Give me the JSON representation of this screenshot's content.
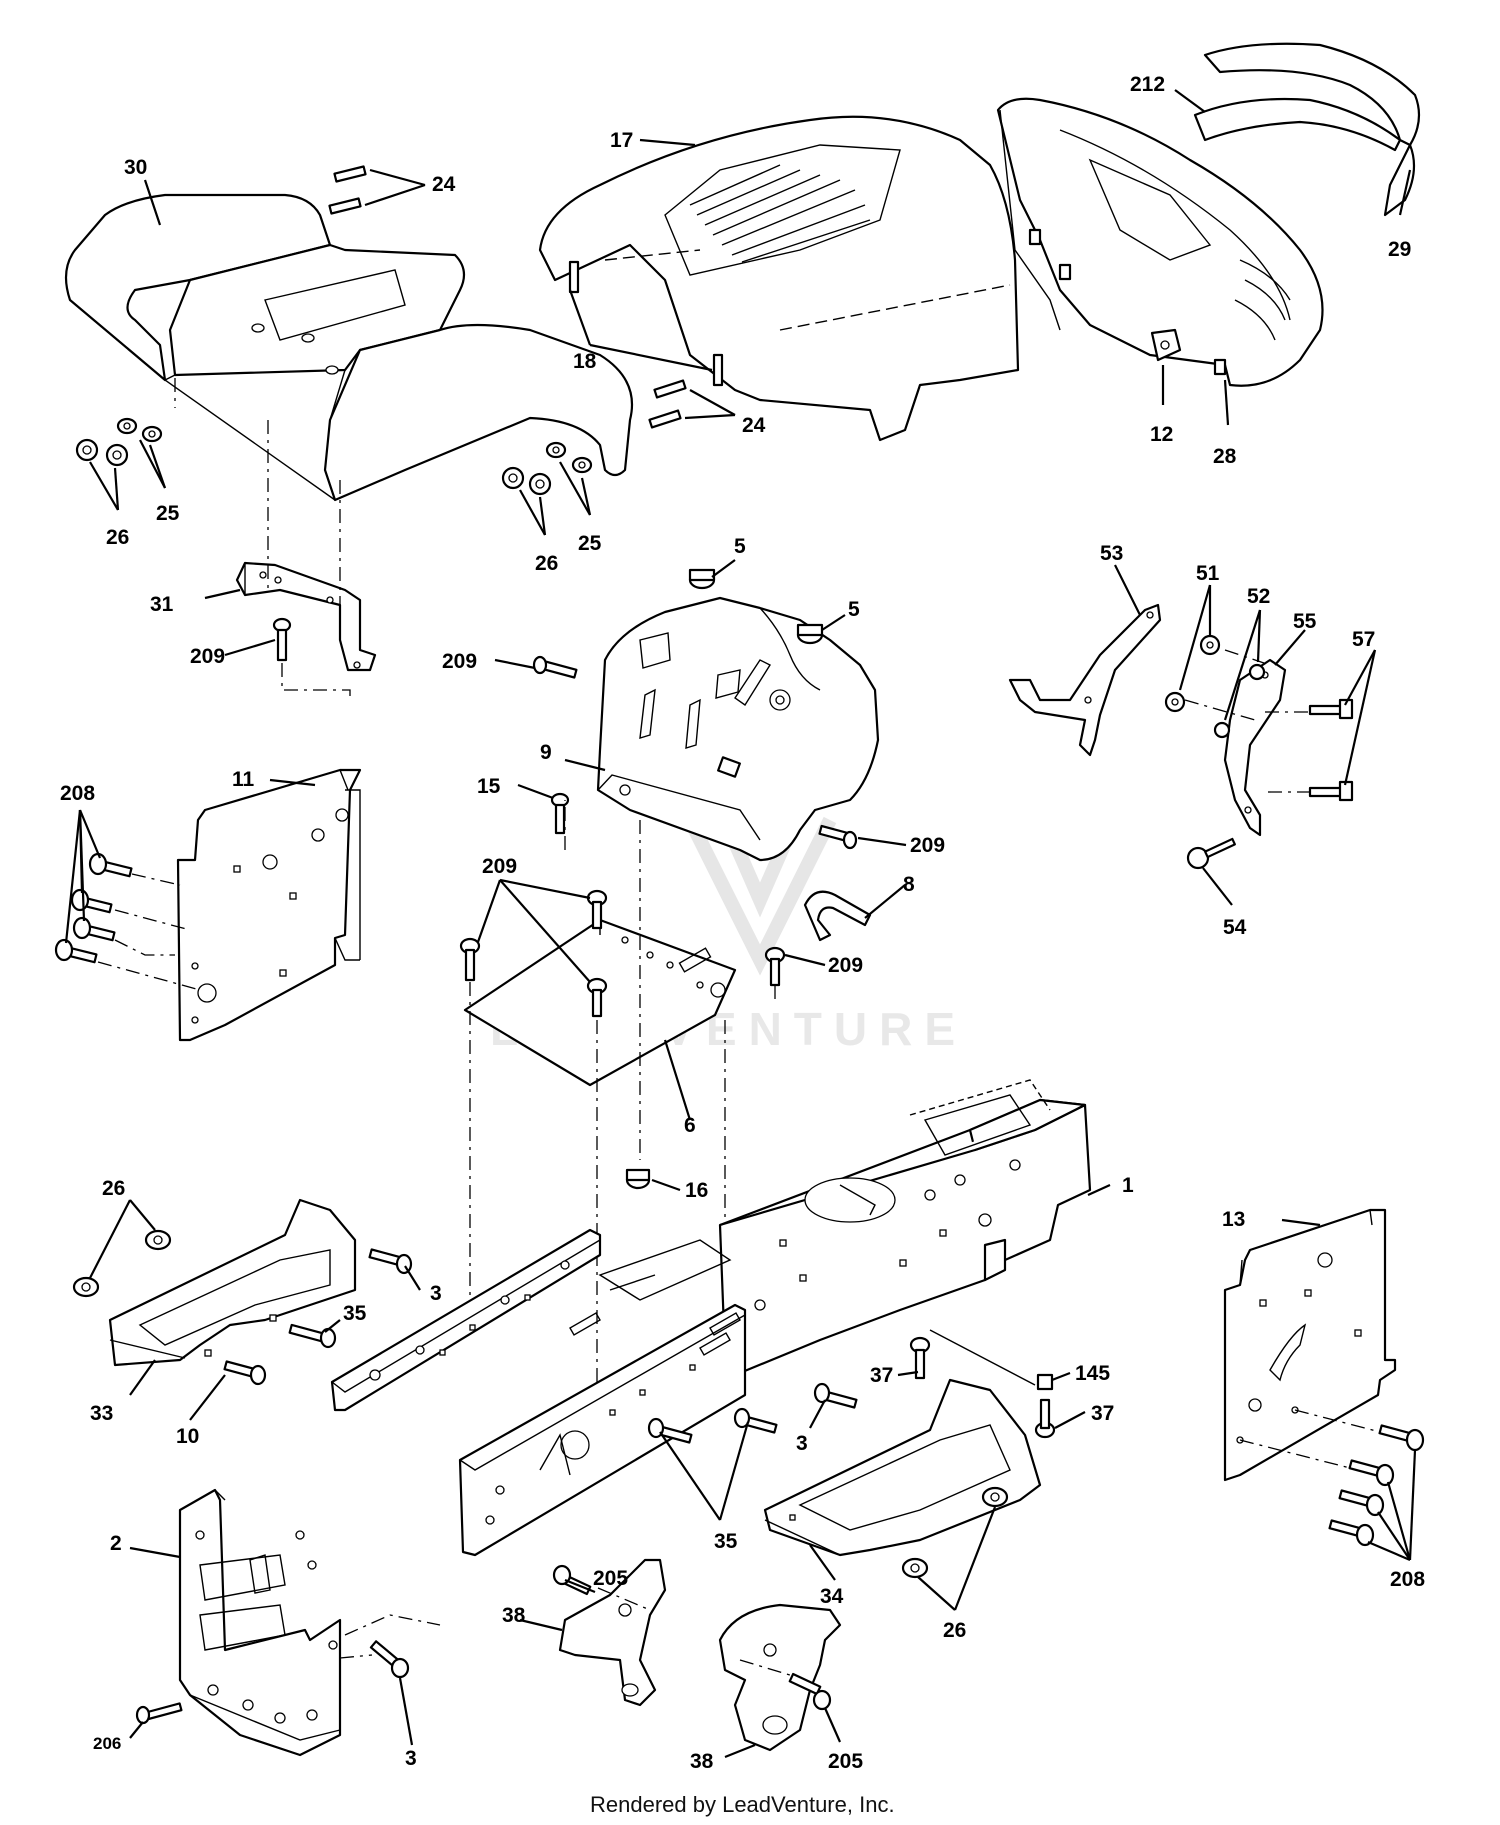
{
  "watermark": {
    "text": "LEADVENTURE"
  },
  "footer": {
    "text": "Rendered by LeadVenture, Inc."
  },
  "callouts": [
    {
      "id": "c30",
      "label": "30"
    },
    {
      "id": "c24a",
      "label": "24"
    },
    {
      "id": "c17",
      "label": "17"
    },
    {
      "id": "c212",
      "label": "212"
    },
    {
      "id": "c29",
      "label": "29"
    },
    {
      "id": "c18",
      "label": "18"
    },
    {
      "id": "c24b",
      "label": "24"
    },
    {
      "id": "c12",
      "label": "12"
    },
    {
      "id": "c28",
      "label": "28"
    },
    {
      "id": "c25a",
      "label": "25"
    },
    {
      "id": "c26a",
      "label": "26"
    },
    {
      "id": "c26b",
      "label": "26"
    },
    {
      "id": "c25b",
      "label": "25"
    },
    {
      "id": "c5a",
      "label": "5"
    },
    {
      "id": "c5b",
      "label": "5"
    },
    {
      "id": "c31",
      "label": "31"
    },
    {
      "id": "c209a",
      "label": "209"
    },
    {
      "id": "c209b",
      "label": "209"
    },
    {
      "id": "c53",
      "label": "53"
    },
    {
      "id": "c51",
      "label": "51"
    },
    {
      "id": "c52",
      "label": "52"
    },
    {
      "id": "c55",
      "label": "55"
    },
    {
      "id": "c57",
      "label": "57"
    },
    {
      "id": "c9",
      "label": "9"
    },
    {
      "id": "c11",
      "label": "11"
    },
    {
      "id": "c208a",
      "label": "208"
    },
    {
      "id": "c15",
      "label": "15"
    },
    {
      "id": "c209c",
      "label": "209"
    },
    {
      "id": "c209d",
      "label": "209"
    },
    {
      "id": "c54",
      "label": "54"
    },
    {
      "id": "c8",
      "label": "8"
    },
    {
      "id": "c209e",
      "label": "209"
    },
    {
      "id": "c6",
      "label": "6"
    },
    {
      "id": "c16",
      "label": "16"
    },
    {
      "id": "c1",
      "label": "1"
    },
    {
      "id": "c26c",
      "label": "26"
    },
    {
      "id": "c13",
      "label": "13"
    },
    {
      "id": "c3a",
      "label": "3"
    },
    {
      "id": "c35a",
      "label": "35"
    },
    {
      "id": "c33",
      "label": "33"
    },
    {
      "id": "c10",
      "label": "10"
    },
    {
      "id": "c37a",
      "label": "37"
    },
    {
      "id": "c145",
      "label": "145"
    },
    {
      "id": "c37b",
      "label": "37"
    },
    {
      "id": "c3b",
      "label": "3"
    },
    {
      "id": "c2",
      "label": "2"
    },
    {
      "id": "c35b",
      "label": "35"
    },
    {
      "id": "c208b",
      "label": "208"
    },
    {
      "id": "c34",
      "label": "34"
    },
    {
      "id": "c205a",
      "label": "205"
    },
    {
      "id": "c26d",
      "label": "26"
    },
    {
      "id": "c38a",
      "label": "38"
    },
    {
      "id": "c206",
      "label": "206"
    },
    {
      "id": "c3c",
      "label": "3"
    },
    {
      "id": "c38b",
      "label": "38"
    },
    {
      "id": "c205b",
      "label": "205"
    }
  ]
}
